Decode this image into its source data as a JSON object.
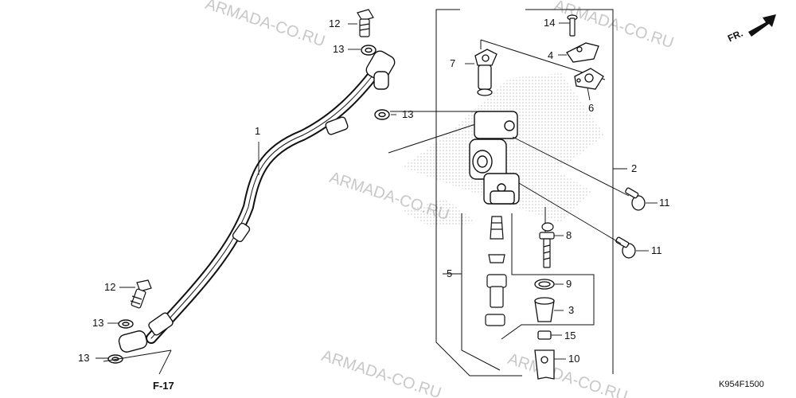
{
  "watermark": "ARMADA-CO.RU",
  "forward_label": "FR.",
  "reference_label": "F-17",
  "diagram_code": "K954F1500",
  "parts": [
    {
      "number": "1"
    },
    {
      "number": "2"
    },
    {
      "number": "3"
    },
    {
      "number": "4"
    },
    {
      "number": "5"
    },
    {
      "number": "6"
    },
    {
      "number": "7"
    },
    {
      "number": "8"
    },
    {
      "number": "9"
    },
    {
      "number": "10"
    },
    {
      "number": "11"
    },
    {
      "number": "11"
    },
    {
      "number": "12"
    },
    {
      "number": "12"
    },
    {
      "number": "13"
    },
    {
      "number": "13"
    },
    {
      "number": "13"
    },
    {
      "number": "13"
    },
    {
      "number": "14"
    },
    {
      "number": "15"
    }
  ]
}
